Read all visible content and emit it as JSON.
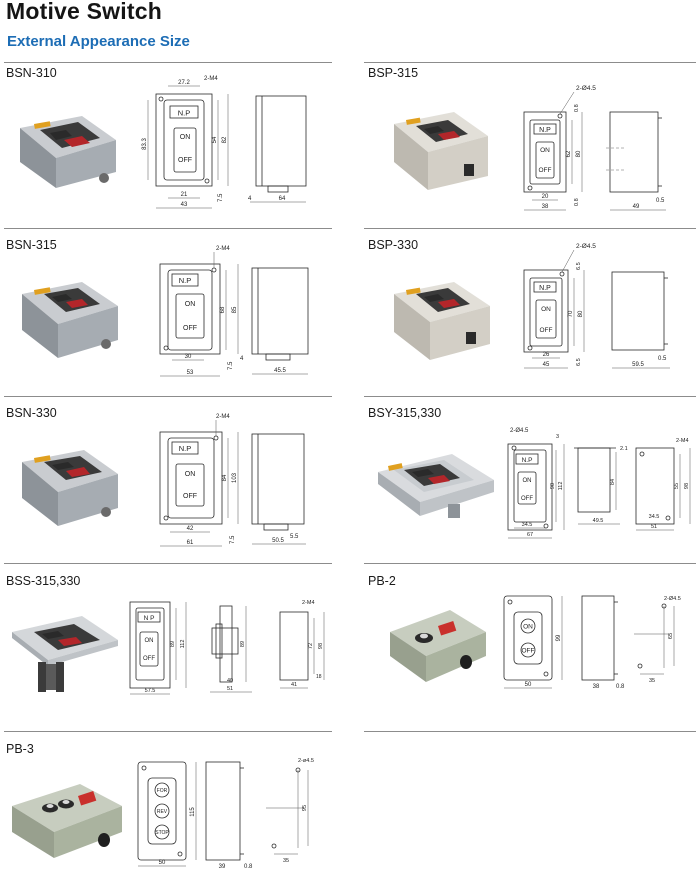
{
  "header": {
    "title": "Motive Switch",
    "subtitle": "External Appearance Size"
  },
  "colors": {
    "subtitle_blue": "#1d6db5",
    "button_red": "#b3262a",
    "button_black": "#2a2a2a",
    "body_gray": "#9aa0a6",
    "body_beige": "#dcd8cf",
    "pb_green": "#9aaa8f"
  },
  "products": [
    {
      "name": "BSN-310",
      "button_labels": [
        "ON",
        "OFF"
      ],
      "plate_text": "N.P",
      "front_dims": {
        "mount": "2-M4",
        "top": "27.2",
        "height": "83.3",
        "inner": "54",
        "outer": "82",
        "bottom_inner": "21",
        "width": "43",
        "base": "7.5"
      },
      "side_dims": {
        "left": "4",
        "depth": "64"
      }
    },
    {
      "name": "BSP-315",
      "button_labels": [
        "ON",
        "OFF"
      ],
      "plate_text": "N.P",
      "front_dims": {
        "mount": "2-Ø4.5",
        "top_gap": "0.8",
        "inner": "62",
        "outer": "80",
        "bottom_gap": "0.8",
        "bottom_inner": "20",
        "width": "38"
      },
      "side_dims": {
        "gap": "0.5",
        "depth": "49"
      }
    },
    {
      "name": "BSN-315",
      "button_labels": [
        "ON",
        "OFF"
      ],
      "plate_text": "N.P",
      "front_dims": {
        "mount": "2-M4",
        "inner": "68",
        "outer": "85",
        "bottom_inner": "30",
        "width": "53",
        "base": "7.5",
        "gap": "4"
      },
      "side_dims": {
        "depth": "45.5"
      }
    },
    {
      "name": "BSP-330",
      "button_labels": [
        "ON",
        "OFF"
      ],
      "plate_text": "N.P",
      "front_dims": {
        "mount": "2-Ø4.5",
        "top_gap": "6.5",
        "inner": "70",
        "outer": "80",
        "bottom_gap": "6.5",
        "bottom_inner": "26",
        "width": "45"
      },
      "side_dims": {
        "gap": "0.5",
        "depth": "59.5"
      }
    },
    {
      "name": "BSN-330",
      "button_labels": [
        "ON",
        "OFF"
      ],
      "plate_text": "N.P",
      "front_dims": {
        "mount": "2-M4",
        "inner": "84",
        "outer": "103",
        "bottom_inner": "42",
        "width": "61",
        "base": "7.5"
      },
      "side_dims": {
        "gap": "5.5",
        "depth": "50.5"
      }
    },
    {
      "name": "BSY-315,330",
      "button_labels": [
        "ON",
        "OFF"
      ],
      "plate_text": "N.P",
      "front_dims": {
        "mount": "2-Ø4.5",
        "top": "3",
        "inner": "90",
        "outer": "112",
        "bottom_inner": "34.5",
        "width": "67"
      },
      "side_dims": {
        "height": "84",
        "depth": "49.5",
        "gap": "2.1"
      },
      "back_dims": {
        "mount": "2-M4",
        "inner": "55",
        "outer": "98",
        "bottom_inner": "34.5",
        "width": "51"
      }
    },
    {
      "name": "BSS-315,330",
      "button_labels": [
        "ON",
        "OFF"
      ],
      "plate_text": "N P",
      "front_dims": {
        "inner": "89",
        "outer": "112",
        "width": "57.5"
      },
      "side_dims": {
        "height": "89",
        "bottom": "40",
        "depth": "51"
      },
      "back_dims": {
        "mount": "2-M4",
        "inner": "72",
        "outer": "98",
        "width": "41",
        "gap": "18"
      }
    },
    {
      "name": "PB-2",
      "button_labels": [
        "ON",
        "OFF"
      ],
      "front_dims": {
        "height": "99",
        "width": "50"
      },
      "side_dims": {
        "depth": "38",
        "gap": "0.8"
      },
      "back_dims": {
        "mount": "2-Ø4.5",
        "inner": "65",
        "width": "35"
      }
    },
    {
      "name": "PB-3",
      "button_labels": [
        "FOR",
        "REV",
        "STOP"
      ],
      "front_dims": {
        "height": "115",
        "width": "50"
      },
      "side_dims": {
        "depth": "39",
        "gap": "0.8"
      },
      "back_dims": {
        "mount": "2-ø4.5",
        "inner": "95",
        "width": "35"
      }
    }
  ]
}
